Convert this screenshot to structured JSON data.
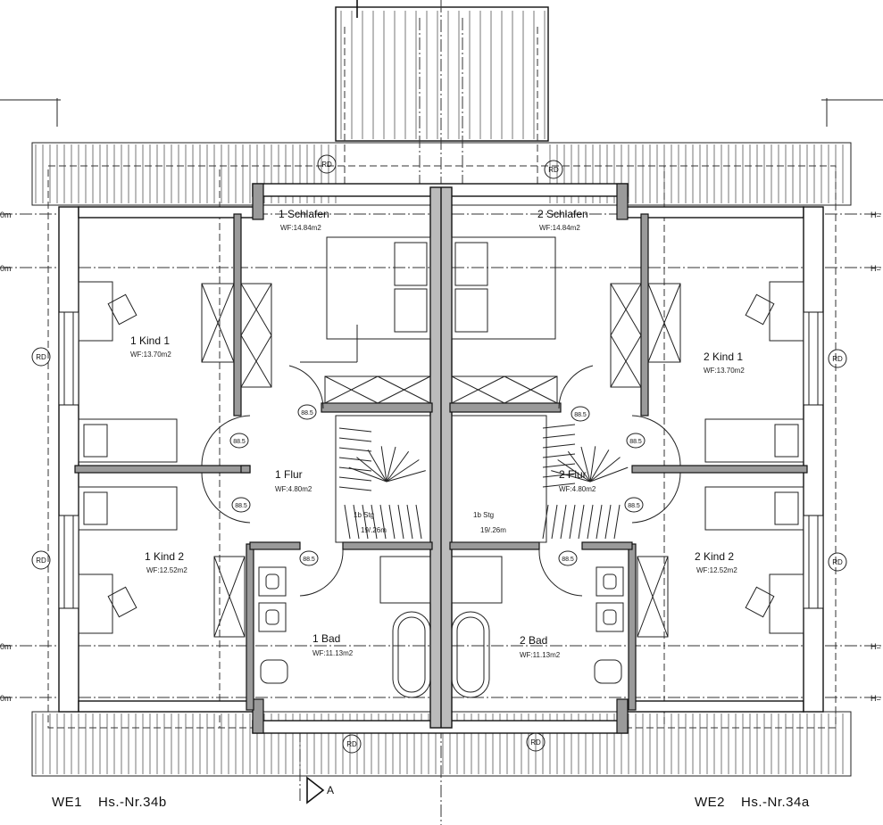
{
  "units": [
    {
      "id": "we1",
      "label": "WE1",
      "house": "Hs.-Nr.34b"
    },
    {
      "id": "we2",
      "label": "WE2",
      "house": "Hs.-Nr.34a"
    }
  ],
  "rooms": [
    {
      "id": "1-schlafen",
      "name": "1 Schlafen",
      "area": "WF:14.84m2"
    },
    {
      "id": "2-schlafen",
      "name": "2 Schlafen",
      "area": "WF:14.84m2"
    },
    {
      "id": "1-kind-1",
      "name": "1 Kind 1",
      "area": "WF:13.70m2"
    },
    {
      "id": "2-kind-1",
      "name": "2 Kind 1",
      "area": "WF:13.70m2"
    },
    {
      "id": "1-kind-2",
      "name": "1 Kind 2",
      "area": "WF:12.52m2"
    },
    {
      "id": "2-kind-2",
      "name": "2 Kind 2",
      "area": "WF:12.52m2"
    },
    {
      "id": "1-flur",
      "name": "1 Flur",
      "area": "WF:4.80m2"
    },
    {
      "id": "2-flur",
      "name": "2 Flur",
      "area": "WF:4.80m2"
    },
    {
      "id": "1-bad",
      "name": "1 Bad",
      "area": "WF:11.13m2"
    },
    {
      "id": "2-bad",
      "name": "2 Bad",
      "area": "WF:11.13m2"
    }
  ],
  "stairs": [
    {
      "id": "1-stair",
      "name": "1b Stg",
      "steps": "19/.26m"
    },
    {
      "id": "2-stair",
      "name": "1b Stg",
      "steps": "19/.26m"
    }
  ],
  "markers": {
    "rd": "RD",
    "door": "88.5",
    "section": "A"
  },
  "level_labels": {
    "left": "0m",
    "right": "H="
  }
}
